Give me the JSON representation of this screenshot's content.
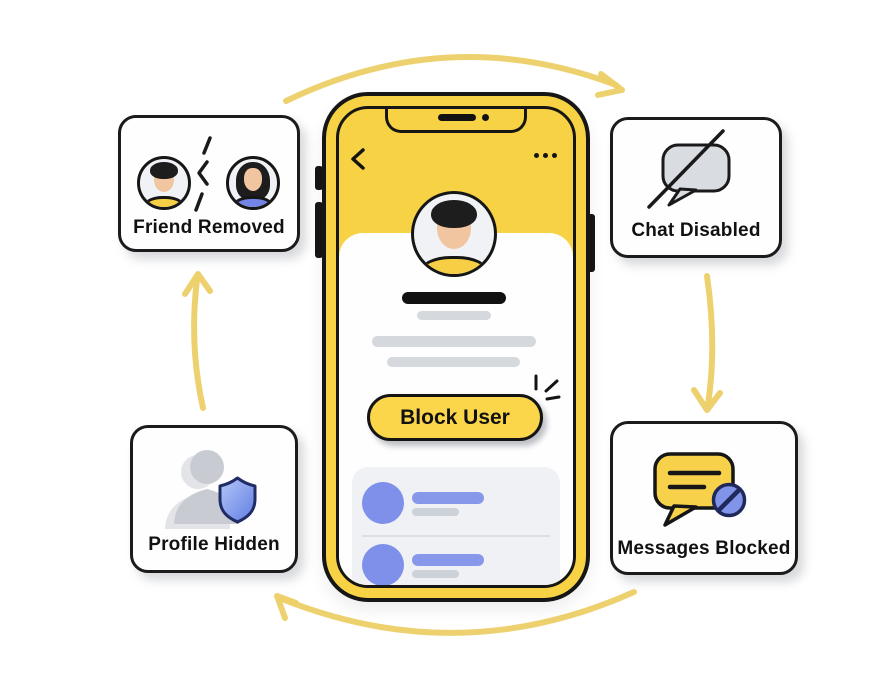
{
  "canvas": {
    "background": "#FFFFFF"
  },
  "colors": {
    "accent_yellow": "#F6D244",
    "button_yellow": "#FBD54A",
    "arrow_yellow": "#EDCF67",
    "accent_blue": "#8094EA",
    "shield_blue": "#5F7CE2",
    "ink": "#161616",
    "placeholder_gray": "#D5D8DD"
  },
  "phone": {
    "back_icon": "chevron-left-icon",
    "more_icon": "ellipsis-icon",
    "block_button_label": "Block User"
  },
  "cards": [
    {
      "label": "Friend Removed",
      "icon": "broken-friendship-icon",
      "position": "top-left"
    },
    {
      "label": "Chat Disabled",
      "icon": "chat-slash-icon",
      "position": "top-right"
    },
    {
      "label": "Profile Hidden",
      "icon": "profile-shield-icon",
      "position": "bottom-left"
    },
    {
      "label": "Messages Blocked",
      "icon": "blocked-message-icon",
      "position": "bottom-right"
    }
  ]
}
